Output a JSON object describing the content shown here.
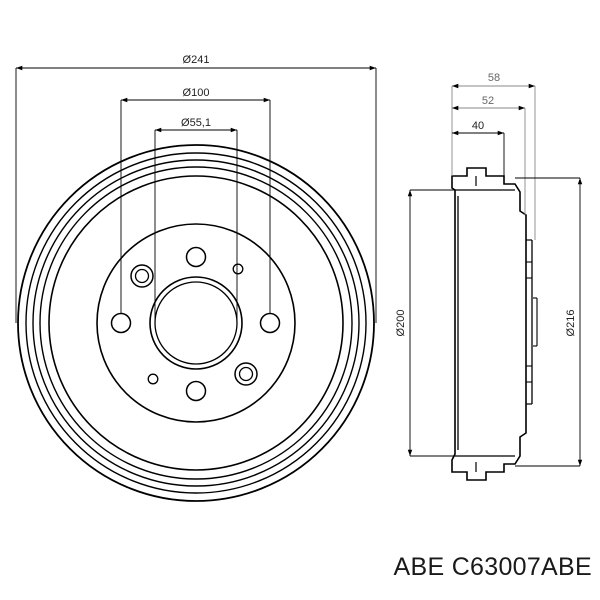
{
  "front_view": {
    "outer_diameter": "Ø241",
    "bolt_circle_diameter": "Ø100",
    "center_bore_diameter": "Ø55,1"
  },
  "side_view": {
    "overall_height": "58",
    "flange_height": "52",
    "inner_height": "40",
    "braking_diameter": "Ø200",
    "outer_ring_diameter": "Ø216"
  },
  "caption": {
    "brand": "ABE",
    "part_number": "C63007ABE"
  },
  "colors": {
    "line": "#000000",
    "background": "#ffffff"
  }
}
